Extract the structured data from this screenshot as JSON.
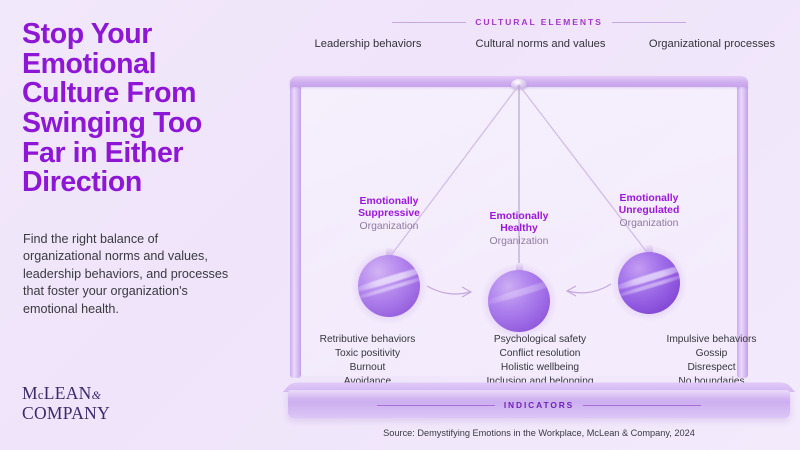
{
  "headline": "Stop Your\nEmotional\nCulture From\nSwinging Too\nFar in Either\nDirection",
  "subhead": "Find the right balance of organizational norms and values, leadership behaviors, and processes that foster your organization's emotional health.",
  "logo": {
    "line1_large": "M",
    "line1_small": "c",
    "line1_rest": "LEAN",
    "amp": "&",
    "line2_large": "C",
    "line2_rest": "OMPANY"
  },
  "top_banner": {
    "label": "CULTURAL ELEMENTS"
  },
  "column_headers": [
    "Leadership behaviors",
    "Cultural norms and values",
    "Organizational processes"
  ],
  "pendulum": {
    "states": [
      {
        "title_line1": "Emotionally",
        "title_line2": "Suppressive",
        "subtitle": "Organization"
      },
      {
        "title_line1": "Emotionally",
        "title_line2": "Healthy",
        "subtitle": "Organization"
      },
      {
        "title_line1": "Emotionally",
        "title_line2": "Unregulated",
        "subtitle": "Organization"
      }
    ]
  },
  "indicator_columns": [
    {
      "items": [
        "Retributive behaviors",
        "Toxic positivity",
        "Burnout",
        "Avoidance"
      ]
    },
    {
      "items": [
        "Psychological safety",
        "Conflict resolution",
        "Holistic wellbeing",
        "Inclusion and belonging"
      ]
    },
    {
      "items": [
        "Impulsive behaviors",
        "Gossip",
        "Disrespect",
        "No boundaries"
      ]
    }
  ],
  "bottom_banner": {
    "label": "INDICATORS"
  },
  "source": "Source: Demystifying Emotions in the Workplace, McLean & Company, 2024",
  "colors": {
    "background": "#f1e7fb",
    "headline_purple": "#8e17d6",
    "accent_magenta": "#a437c9",
    "ball_purple": "#a371e6",
    "logo_navy": "#3b2a6b",
    "body_text": "#35353c",
    "muted_label": "#8e7aa0"
  }
}
